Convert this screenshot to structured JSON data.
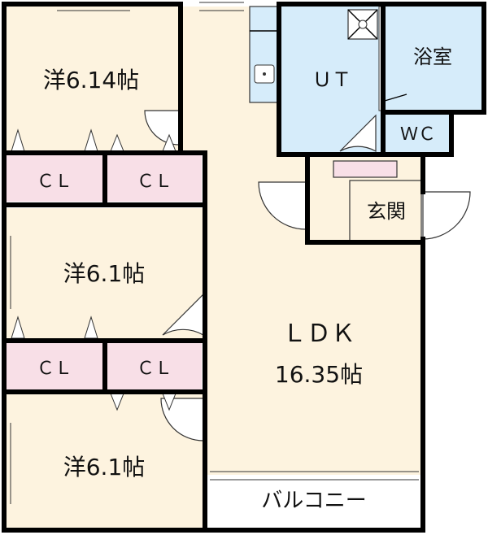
{
  "colors": {
    "room": "#fdf3df",
    "wet": "#d6ecfa",
    "closet": "#f8dfe7",
    "balcony": "#ffffff",
    "wall": "#000000"
  },
  "rooms": {
    "western1": "洋6.14帖",
    "western2": "洋6.1帖",
    "western3": "洋6.1帖",
    "closet1": "ＣＬ",
    "closet2": "ＣＬ",
    "closet3": "ＣＬ",
    "closet4": "ＣＬ",
    "ldk_name": "ＬＤＫ",
    "ldk_size": "16.35帖",
    "utility": "ＵＴ",
    "bath": "浴室",
    "wc": "ＷＣ",
    "entrance": "玄関",
    "balcony": "バルコニー"
  }
}
